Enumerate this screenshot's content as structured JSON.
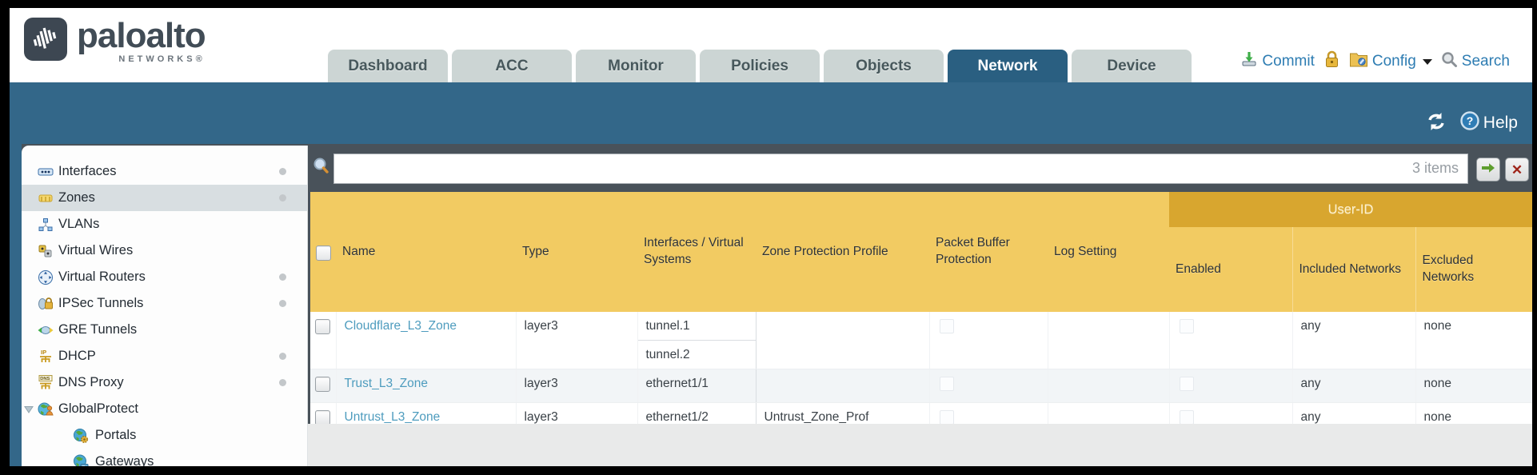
{
  "brand": {
    "name": "paloalto",
    "subtitle": "NETWORKS®"
  },
  "nav": {
    "tabs": [
      "Dashboard",
      "ACC",
      "Monitor",
      "Policies",
      "Objects",
      "Network",
      "Device"
    ],
    "active_tab": "Network"
  },
  "utilities": {
    "commit": "Commit",
    "config": "Config",
    "search": "Search"
  },
  "toolbar": {
    "help": "Help"
  },
  "sidebar": {
    "items": [
      {
        "label": "Interfaces",
        "icon": "interfaces-icon",
        "dot": true,
        "selected": false
      },
      {
        "label": "Zones",
        "icon": "zones-icon",
        "dot": true,
        "selected": true
      },
      {
        "label": "VLANs",
        "icon": "vlans-icon",
        "dot": false,
        "selected": false
      },
      {
        "label": "Virtual Wires",
        "icon": "virtual-wires-icon",
        "dot": false,
        "selected": false
      },
      {
        "label": "Virtual Routers",
        "icon": "virtual-routers-icon",
        "dot": true,
        "selected": false
      },
      {
        "label": "IPSec Tunnels",
        "icon": "ipsec-tunnels-icon",
        "dot": true,
        "selected": false
      },
      {
        "label": "GRE Tunnels",
        "icon": "gre-tunnels-icon",
        "dot": false,
        "selected": false
      },
      {
        "label": "DHCP",
        "icon": "dhcp-icon",
        "dot": true,
        "selected": false
      },
      {
        "label": "DNS Proxy",
        "icon": "dns-proxy-icon",
        "dot": true,
        "selected": false
      },
      {
        "label": "GlobalProtect",
        "icon": "globalprotect-icon",
        "dot": false,
        "selected": false,
        "expanded": true
      },
      {
        "label": "Portals",
        "icon": "portals-icon",
        "dot": false,
        "selected": false,
        "child": true
      },
      {
        "label": "Gateways",
        "icon": "gateways-icon",
        "dot": false,
        "selected": false,
        "child": true
      }
    ]
  },
  "filterbar": {
    "value": "",
    "count": "3 items"
  },
  "table": {
    "user_id_group": "User-ID",
    "columns": {
      "name": "Name",
      "type": "Type",
      "interfaces": "Interfaces / Virtual Systems",
      "zpp": "Zone Protection Profile",
      "pbp": "Packet Buffer Protection",
      "log": "Log Setting",
      "enabled": "Enabled",
      "included": "Included Networks",
      "excluded": "Excluded Networks"
    },
    "rows": [
      {
        "name": "Cloudflare_L3_Zone",
        "type": "layer3",
        "interfaces": [
          "tunnel.1",
          "tunnel.2"
        ],
        "zone_protection_profile": "",
        "packet_buffer_protection": false,
        "log_setting": "",
        "enabled": false,
        "included_networks": "any",
        "excluded_networks": "none"
      },
      {
        "name": "Trust_L3_Zone",
        "type": "layer3",
        "interfaces": [
          "ethernet1/1"
        ],
        "zone_protection_profile": "",
        "packet_buffer_protection": false,
        "log_setting": "",
        "enabled": false,
        "included_networks": "any",
        "excluded_networks": "none"
      },
      {
        "name": "Untrust_L3_Zone",
        "type": "layer3",
        "interfaces": [
          "ethernet1/2"
        ],
        "zone_protection_profile": "Untrust_Zone_Prof",
        "packet_buffer_protection": false,
        "log_setting": "",
        "enabled": false,
        "included_networks": "any",
        "excluded_networks": "none"
      }
    ]
  },
  "colors": {
    "header_amber": "#f2cb62",
    "userid_band": "#d8a62f",
    "teal_band": "#336789",
    "active_tab": "#2a5f81",
    "inactive_tab": "#ccd5d4",
    "slate": "#49525a",
    "link_blue": "#4e9cbe",
    "utility_blue": "#2d7cb2",
    "alt_row": "#f2f5f7"
  }
}
